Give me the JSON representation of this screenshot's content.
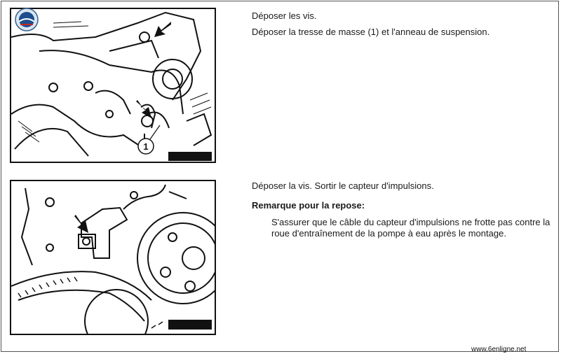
{
  "step1": {
    "line1": "Déposer les vis.",
    "line2": "Déposer la tresse de masse (1) et l'anneau de suspension.",
    "callout_number": "1"
  },
  "step2": {
    "line1": "Déposer la vis. Sortir le capteur d'impulsions.",
    "remark_title": "Remarque pour la repose:",
    "remark_text": "S'assurer que le câble du capteur d'impulsions ne frotte pas contre la roue d'entraînement de la pompe à eau après le montage."
  },
  "logo": {
    "text": "6ENLIGNE.NET"
  },
  "footer": {
    "url": "www.6enligne.net"
  }
}
